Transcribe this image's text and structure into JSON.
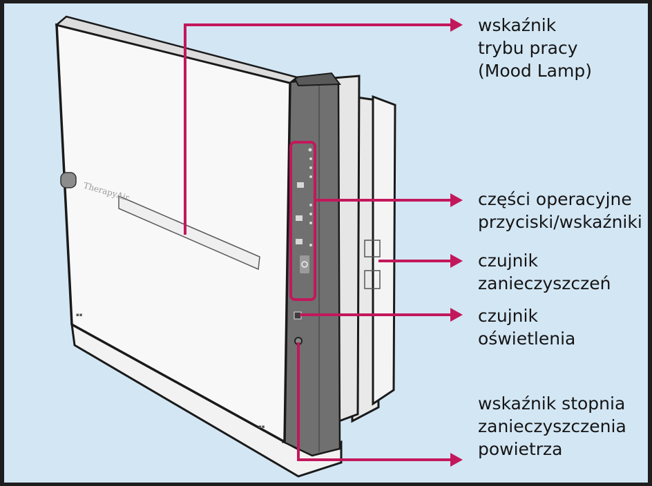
{
  "device": {
    "brand_logo": "TherapyAir"
  },
  "callouts": [
    {
      "id": "mood-lamp-indicator",
      "lines": [
        "wskaźnik",
        "trybu pracy",
        "(Mood Lamp)"
      ]
    },
    {
      "id": "operating-parts",
      "lines": [
        "części operacyjne",
        "przyciski/wskaźniki"
      ]
    },
    {
      "id": "pollution-sensor",
      "lines": [
        "czujnik",
        "zanieczyszczeń"
      ]
    },
    {
      "id": "light-sensor",
      "lines": [
        "czujnik",
        "oświetlenia"
      ]
    },
    {
      "id": "air-pollution-level-indicator",
      "lines": [
        "wskaźnik stopnia",
        "zanieczyszczenia",
        "powietrza"
      ]
    }
  ],
  "colors": {
    "background": "#d3e6f4",
    "callout_line": "#c2185b",
    "device_body": "#f7f7f7",
    "control_panel": "#6e6e6e",
    "label_text": "#151515"
  }
}
